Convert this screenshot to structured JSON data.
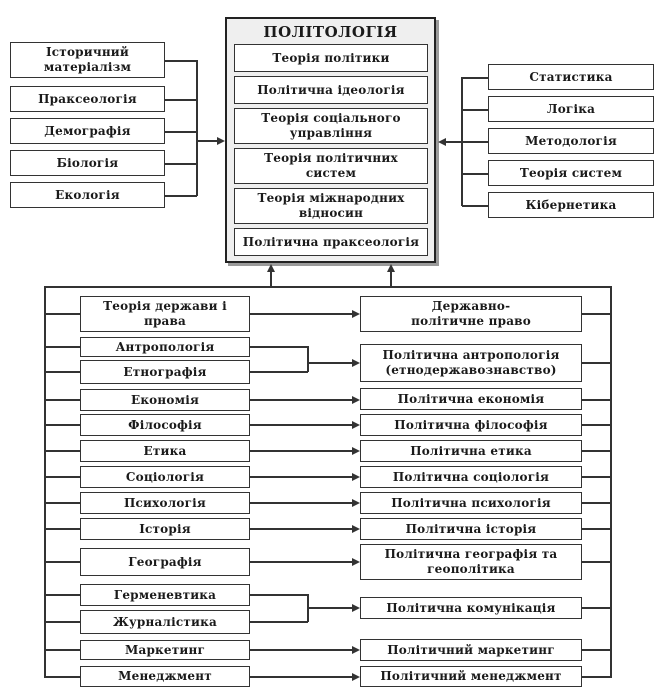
{
  "central": {
    "title": "ПОЛІТОЛОГІЯ",
    "items": [
      "Теорія політики",
      "Політична ідеологія",
      "Теорія соціального управління",
      "Теорія політичних систем",
      "Теорія міжнародних відносин",
      "Політична праксеологія"
    ]
  },
  "left_sources": [
    "Історичний матеріалізм",
    "Праксеологія",
    "Демографія",
    "Біологія",
    "Екологія"
  ],
  "right_sources": [
    "Статистика",
    "Логіка",
    "Методологія",
    "Теорія систем",
    "Кібернетика"
  ],
  "disciplines": [
    "Теорія держави і права",
    "Антропологія",
    "Етнографія",
    "Економія",
    "Філософія",
    "Етика",
    "Соціологія",
    "Психологія",
    "Історія",
    "Географія",
    "Герменевтика",
    "Журналістика",
    "Маркетинг",
    "Менеджмент"
  ],
  "branches": [
    "Державно-політичне право",
    "Політична антропологія (етнодержавознавство)",
    "Політична економія",
    "Політична філософія",
    "Політична етика",
    "Політична соціологія",
    "Політична психологія",
    "Політична історія",
    "Політична географія та геополітика",
    "Політична комунікація",
    "Політичний маркетинг",
    "Політичний менеджмент"
  ]
}
